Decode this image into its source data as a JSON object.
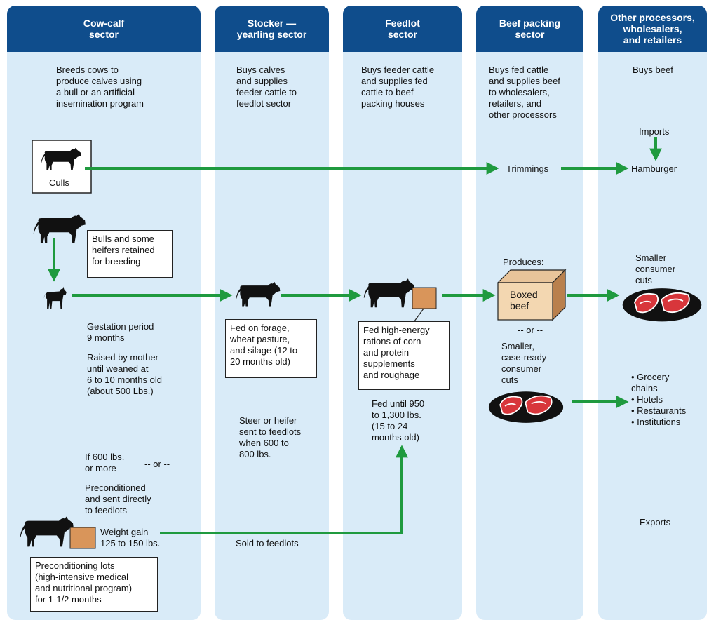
{
  "sectors": [
    {
      "title": "Cow-calf\nsector",
      "description": "Breeds cows to\nproduce calves using\na bull or an artificial\ninsemination program"
    },
    {
      "title": "Stocker —\nyearling sector",
      "description": "Buys calves\nand supplies\nfeeder cattle to\nfeedlot sector"
    },
    {
      "title": "Feedlot\nsector",
      "description": "Buys feeder cattle\nand supplies fed\ncattle to beef\npacking houses"
    },
    {
      "title": "Beef packing\nsector",
      "description": "Buys fed cattle\nand supplies beef\nto wholesalers,\nretailers, and\nother processors"
    },
    {
      "title": "Other processors,\nwholesalers,\nand retailers",
      "description": "Buys beef"
    }
  ],
  "labels": {
    "culls": "Culls",
    "bulls_heifers": "Bulls and some\nheifers retained\nfor breeding",
    "gestation": "Gestation period\n9 months",
    "raised": "Raised by mother\nuntil weaned at\n6 to 10 months old\n(about 500 Lbs.)",
    "if600": "If 600 lbs.\nor more",
    "or1": "-- or --",
    "preconditioned": "Preconditioned\nand sent directly\nto feedlots",
    "weight_gain": "Weight gain\n125 to 150 lbs.",
    "precond_lots": "Preconditioning lots\n(high-intensive medical\nand nutritional program)\nfor 1-1/2 months",
    "fed_forage": "Fed on forage,\nwheat pasture,\nand silage (12 to\n20 months old)",
    "steer": "Steer or heifer\nsent to feedlots\nwhen 600 to\n800 lbs.",
    "sold": "Sold to feedlots",
    "fed_high": "Fed high-energy\nrations of corn\nand protein\nsupplements\nand roughage",
    "fed_until": "Fed until 950\nto 1,300 lbs.\n(15 to 24\nmonths old)",
    "trimmings": "Trimmings",
    "produces": "Produces:",
    "boxed_beef": "Boxed\nbeef",
    "or2": "-- or --",
    "smaller_case": "Smaller,\ncase-ready\nconsumer\ncuts",
    "imports": "Imports",
    "hamburger": "Hamburger",
    "smaller_consumer": "Smaller\nconsumer\ncuts",
    "outlets": "• Grocery\n   chains\n• Hotels\n• Restaurants\n• Institutions",
    "exports": "Exports"
  },
  "colors": {
    "header": "#0f4d8c",
    "column": "#d9ebf8",
    "arrow": "#1f9a3f",
    "crate": "#d9955a"
  }
}
